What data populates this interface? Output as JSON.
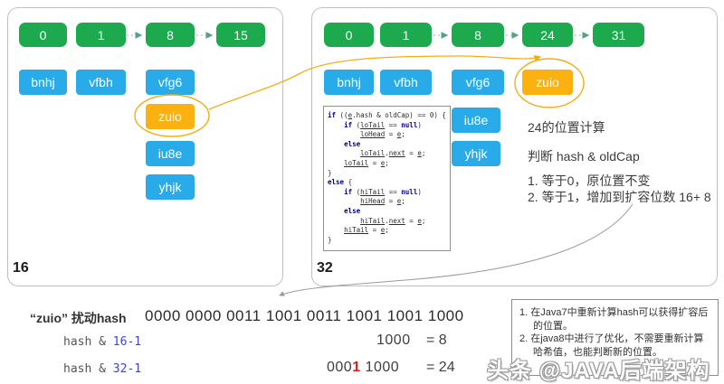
{
  "left_panel": {
    "size_label": "16",
    "buckets": [
      "0",
      "1",
      "8",
      "15"
    ],
    "entries": [
      "bnhj",
      "vfbh",
      "vfg6",
      "zuio",
      "iu8e",
      "yhjk"
    ]
  },
  "right_panel": {
    "size_label": "32",
    "buckets": [
      "0",
      "1",
      "8",
      "24",
      "31"
    ],
    "entries": [
      "bnhj",
      "vfbh",
      "vfg6",
      "zuio",
      "iu8e",
      "yhjk"
    ],
    "code_lines": [
      "if ((e.hash & oldCap) == 0) {",
      "    if (loTail == null)",
      "        loHead = e;",
      "    else",
      "        loTail.next = e;",
      "    loTail = e;",
      "}",
      "else {",
      "    if (hiTail == null)",
      "        hiHead = e;",
      "    else",
      "        hiTail.next = e;",
      "    hiTail = e;",
      "}"
    ],
    "annotation": {
      "title": "24的位置计算",
      "subtitle": "判断 hash & oldCap",
      "item1": "1.   等于0，原位置不变",
      "item2": "2.   等于1，增加到扩容位数 16+ 8"
    }
  },
  "bottom": {
    "hash_label": "“zuio”  扰动hash",
    "binary": "0000 0000 0011 1001 0011 1001 1001 1000",
    "mask16": {
      "prefix": "hash & ",
      "mask": "16-1",
      "bits": "1000",
      "result": "= 8"
    },
    "mask32": {
      "prefix": "hash & ",
      "mask": "32-1",
      "bits_pre": "000",
      "bits_red": "1",
      "bits_post": " 1000",
      "result": "= 24"
    },
    "note_items": [
      "1. 在Java7中重新计算hash可以获得扩容后的位置。",
      "2. 在java8中进行了优化，不需要重新计算哈希值，也能判断新的位置。"
    ],
    "watermark": "头条 @JAVA后端架构"
  },
  "colors": {
    "bucket_green": "#1daa4e",
    "entry_blue": "#29abe9",
    "highlight_yellow": "#fbb10f",
    "mask_blue": "#3a46d8",
    "carry_bit_red": "#e02020",
    "keyword_navy": "#00008c"
  }
}
